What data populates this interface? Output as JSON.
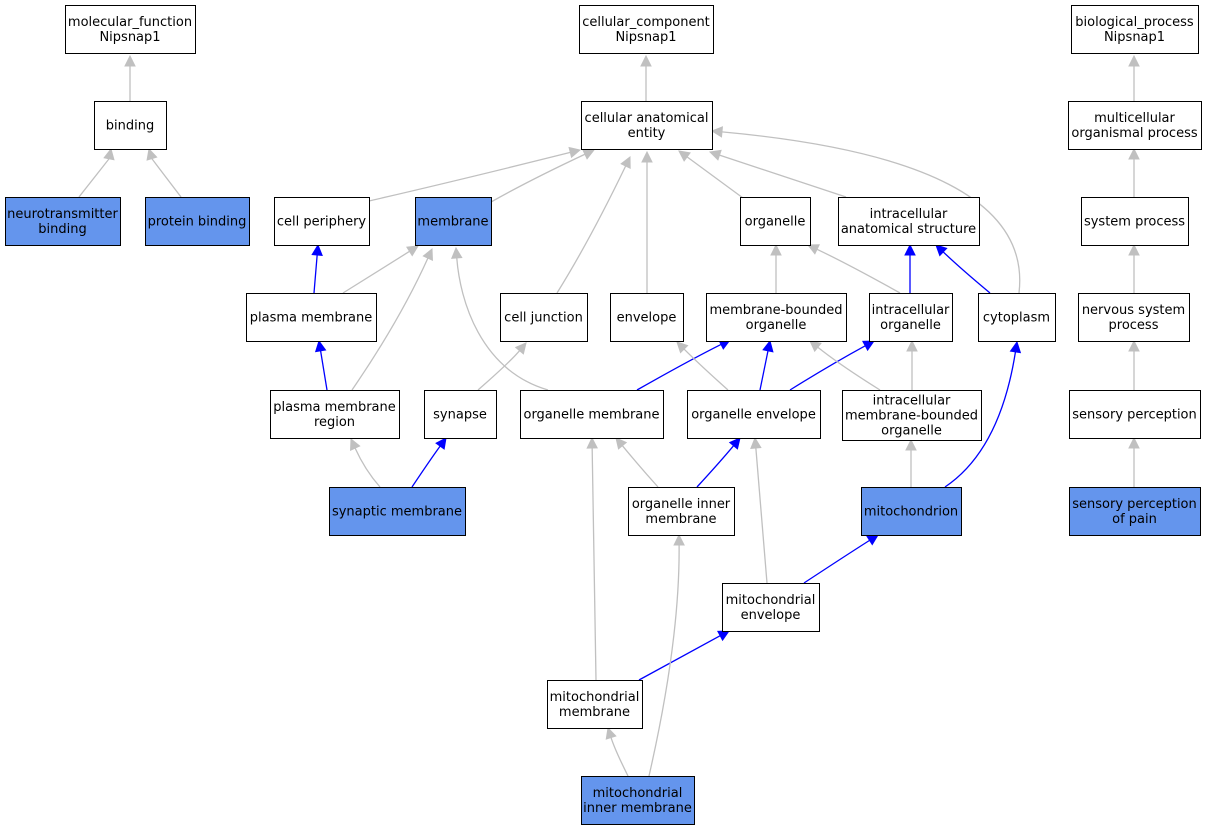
{
  "colors": {
    "highlight_fill": "#6495ED",
    "default_fill": "#FFFFFF",
    "is_a_edge": "#C0C0C0",
    "part_of_edge": "#0000FF"
  },
  "nodes": [
    {
      "id": "mf_root",
      "lines": [
        "molecular_function",
        "Nipsnap1"
      ],
      "highlight": false
    },
    {
      "id": "cc_root",
      "lines": [
        "cellular_component",
        "Nipsnap1"
      ],
      "highlight": false
    },
    {
      "id": "bp_root",
      "lines": [
        "biological_process",
        "Nipsnap1"
      ],
      "highlight": false
    },
    {
      "id": "binding",
      "lines": [
        "binding"
      ],
      "highlight": false
    },
    {
      "id": "cae",
      "lines": [
        "cellular anatomical",
        "entity"
      ],
      "highlight": false
    },
    {
      "id": "mop",
      "lines": [
        "multicellular",
        "organismal process"
      ],
      "highlight": false
    },
    {
      "id": "ntb",
      "lines": [
        "neurotransmitter",
        "binding"
      ],
      "highlight": true
    },
    {
      "id": "pb",
      "lines": [
        "protein binding"
      ],
      "highlight": true
    },
    {
      "id": "cper",
      "lines": [
        "cell periphery"
      ],
      "highlight": false
    },
    {
      "id": "mem",
      "lines": [
        "membrane"
      ],
      "highlight": true
    },
    {
      "id": "org",
      "lines": [
        "organelle"
      ],
      "highlight": false
    },
    {
      "id": "ias",
      "lines": [
        "intracellular",
        "anatomical structure"
      ],
      "highlight": false
    },
    {
      "id": "sysp",
      "lines": [
        "system process"
      ],
      "highlight": false
    },
    {
      "id": "pm",
      "lines": [
        "plasma membrane"
      ],
      "highlight": false
    },
    {
      "id": "cj",
      "lines": [
        "cell junction"
      ],
      "highlight": false
    },
    {
      "id": "env",
      "lines": [
        "envelope"
      ],
      "highlight": false
    },
    {
      "id": "mbo",
      "lines": [
        "membrane-bounded",
        "organelle"
      ],
      "highlight": false
    },
    {
      "id": "io",
      "lines": [
        "intracellular",
        "organelle"
      ],
      "highlight": false
    },
    {
      "id": "cyt",
      "lines": [
        "cytoplasm"
      ],
      "highlight": false
    },
    {
      "id": "nsp",
      "lines": [
        "nervous system",
        "process"
      ],
      "highlight": false
    },
    {
      "id": "pmr",
      "lines": [
        "plasma membrane",
        "region"
      ],
      "highlight": false
    },
    {
      "id": "syn",
      "lines": [
        "synapse"
      ],
      "highlight": false
    },
    {
      "id": "om",
      "lines": [
        "organelle membrane"
      ],
      "highlight": false
    },
    {
      "id": "oe",
      "lines": [
        "organelle envelope"
      ],
      "highlight": false
    },
    {
      "id": "imbo",
      "lines": [
        "intracellular",
        "membrane-bounded",
        "organelle"
      ],
      "highlight": false
    },
    {
      "id": "sp",
      "lines": [
        "sensory perception"
      ],
      "highlight": false
    },
    {
      "id": "synm",
      "lines": [
        "synaptic membrane"
      ],
      "highlight": true
    },
    {
      "id": "oim",
      "lines": [
        "organelle inner",
        "membrane"
      ],
      "highlight": false
    },
    {
      "id": "mito",
      "lines": [
        "mitochondrion"
      ],
      "highlight": true
    },
    {
      "id": "spp",
      "lines": [
        "sensory perception",
        "of pain"
      ],
      "highlight": true
    },
    {
      "id": "menv",
      "lines": [
        "mitochondrial",
        "envelope"
      ],
      "highlight": false
    },
    {
      "id": "mmem",
      "lines": [
        "mitochondrial",
        "membrane"
      ],
      "highlight": false
    },
    {
      "id": "mim",
      "lines": [
        "mitochondrial",
        "inner membrane"
      ],
      "highlight": true
    }
  ],
  "edges": [
    {
      "from": "binding",
      "to": "mf_root",
      "type": "is_a"
    },
    {
      "from": "ntb",
      "to": "binding",
      "type": "is_a"
    },
    {
      "from": "pb",
      "to": "binding",
      "type": "is_a"
    },
    {
      "from": "cae",
      "to": "cc_root",
      "type": "is_a"
    },
    {
      "from": "cper",
      "to": "cae",
      "type": "is_a"
    },
    {
      "from": "mem",
      "to": "cae",
      "type": "is_a"
    },
    {
      "from": "cj",
      "to": "cae",
      "type": "is_a"
    },
    {
      "from": "env",
      "to": "cae",
      "type": "is_a"
    },
    {
      "from": "org",
      "to": "cae",
      "type": "is_a"
    },
    {
      "from": "ias",
      "to": "cae",
      "type": "is_a"
    },
    {
      "from": "cyt",
      "to": "cae",
      "type": "is_a"
    },
    {
      "from": "pm",
      "to": "cper",
      "type": "part_of"
    },
    {
      "from": "pm",
      "to": "mem",
      "type": "is_a"
    },
    {
      "from": "pmr",
      "to": "mem",
      "type": "is_a"
    },
    {
      "from": "om",
      "to": "mem",
      "type": "is_a"
    },
    {
      "from": "pmr",
      "to": "pm",
      "type": "part_of"
    },
    {
      "from": "syn",
      "to": "cj",
      "type": "is_a"
    },
    {
      "from": "mbo",
      "to": "org",
      "type": "is_a"
    },
    {
      "from": "io",
      "to": "org",
      "type": "is_a"
    },
    {
      "from": "io",
      "to": "ias",
      "type": "part_of"
    },
    {
      "from": "cyt",
      "to": "ias",
      "type": "part_of"
    },
    {
      "from": "om",
      "to": "mbo",
      "type": "part_of"
    },
    {
      "from": "oe",
      "to": "mbo",
      "type": "part_of"
    },
    {
      "from": "oe",
      "to": "env",
      "type": "is_a"
    },
    {
      "from": "oe",
      "to": "io",
      "type": "part_of"
    },
    {
      "from": "imbo",
      "to": "mbo",
      "type": "is_a"
    },
    {
      "from": "imbo",
      "to": "io",
      "type": "is_a"
    },
    {
      "from": "synm",
      "to": "pmr",
      "type": "is_a"
    },
    {
      "from": "synm",
      "to": "syn",
      "type": "part_of"
    },
    {
      "from": "oim",
      "to": "om",
      "type": "is_a"
    },
    {
      "from": "oim",
      "to": "oe",
      "type": "part_of"
    },
    {
      "from": "mito",
      "to": "imbo",
      "type": "is_a"
    },
    {
      "from": "mito",
      "to": "cyt",
      "type": "part_of"
    },
    {
      "from": "menv",
      "to": "oe",
      "type": "is_a"
    },
    {
      "from": "menv",
      "to": "mito",
      "type": "part_of"
    },
    {
      "from": "mmem",
      "to": "om",
      "type": "is_a"
    },
    {
      "from": "mmem",
      "to": "menv",
      "type": "part_of"
    },
    {
      "from": "mim",
      "to": "mmem",
      "type": "is_a"
    },
    {
      "from": "mim",
      "to": "oim",
      "type": "is_a"
    },
    {
      "from": "mop",
      "to": "bp_root",
      "type": "is_a"
    },
    {
      "from": "sysp",
      "to": "mop",
      "type": "is_a"
    },
    {
      "from": "nsp",
      "to": "sysp",
      "type": "is_a"
    },
    {
      "from": "sp",
      "to": "nsp",
      "type": "is_a"
    },
    {
      "from": "spp",
      "to": "sp",
      "type": "is_a"
    }
  ]
}
